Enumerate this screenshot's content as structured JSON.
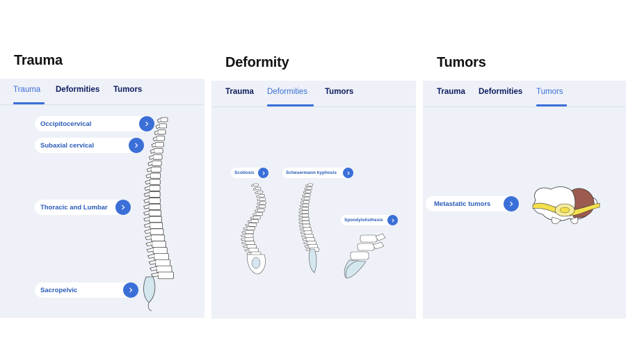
{
  "panels": [
    {
      "heading": "Trauma",
      "tabs": [
        "Trauma",
        "Deformities",
        "Tumors"
      ],
      "active_tab": 0,
      "links": [
        "Occipitocervical",
        "Subaxial cervical",
        "Thoracic and Lumbar",
        "Sacropelvic"
      ]
    },
    {
      "heading": "Deformity",
      "tabs": [
        "Trauma",
        "Deformities",
        "Tumors"
      ],
      "active_tab": 1,
      "links": [
        "Scoliosis",
        "Scheuermann kyphosis",
        "Spondylolisthesis"
      ]
    },
    {
      "heading": "Tumors",
      "tabs": [
        "Trauma",
        "Deformities",
        "Tumors"
      ],
      "active_tab": 2,
      "links": [
        "Metastatic tumors"
      ]
    }
  ],
  "colors": {
    "panel_bg": "#eef1f7",
    "accent": "#3b6fd8",
    "tab_text": "#0d1b5e",
    "link_text": "#2b5bb8",
    "heading": "#111111"
  },
  "icons": {
    "link_button": "chevron-right-icon"
  }
}
